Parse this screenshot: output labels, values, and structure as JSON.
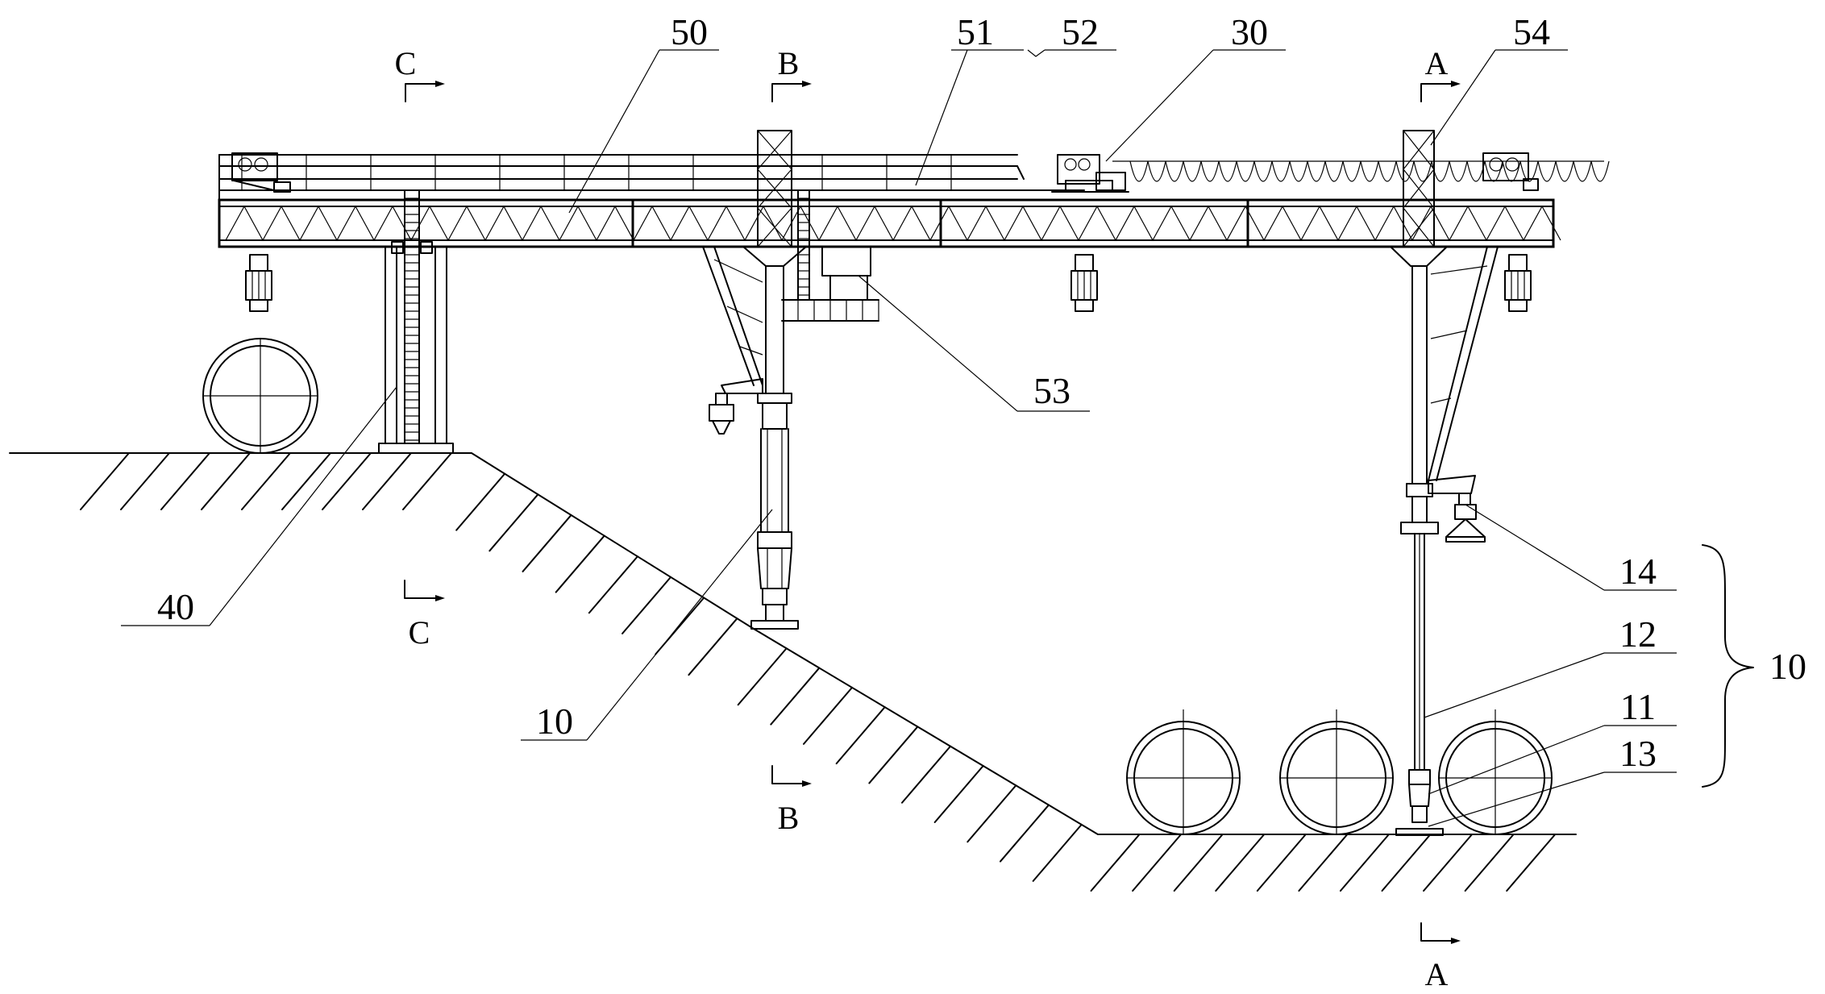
{
  "labels": {
    "l50": "50",
    "l51": "51",
    "l52": "52",
    "l30": "30",
    "l54": "54",
    "l53": "53",
    "l40": "40",
    "l10a": "10",
    "l14": "14",
    "l12": "12",
    "l10b": "10",
    "l11": "11",
    "l13": "13"
  },
  "sections": {
    "c_top": "C",
    "c_bottom": "C",
    "b_top": "B",
    "b_bottom": "B",
    "a_top": "A",
    "a_bottom": "A"
  }
}
